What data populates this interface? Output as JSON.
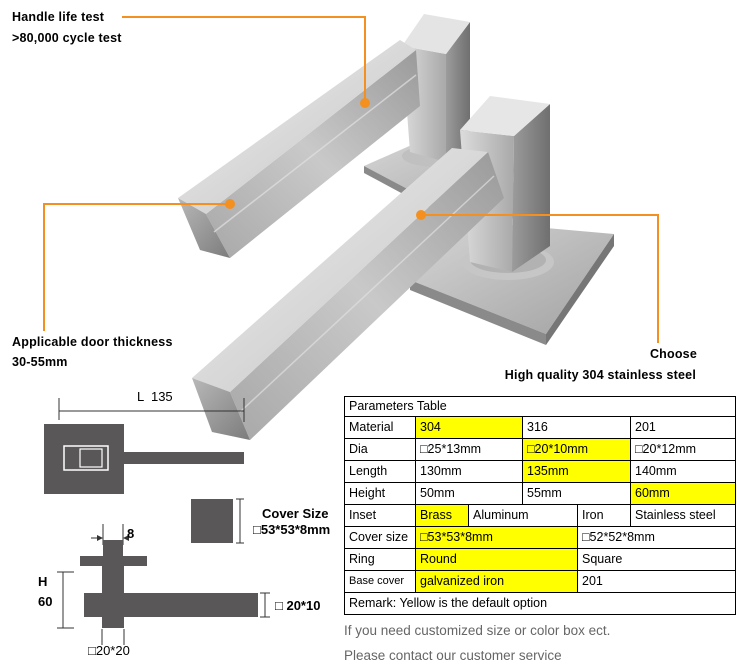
{
  "callouts": {
    "life_test": {
      "title": "Handle life test",
      "detail": ">80,000 cycle test"
    },
    "door_thickness": {
      "title": "Applicable door thickness",
      "detail": "30-55mm"
    },
    "material": {
      "title": "Choose",
      "detail": "High quality 304 stainless steel"
    }
  },
  "dimensions": {
    "length": "L  135",
    "cover_size_title": "Cover Size",
    "cover_size": "□53*53*8mm",
    "stem_width": "8",
    "height_symbol": "H",
    "height_value": "60",
    "lever_section": "□ 20*10",
    "neck_section": "□20*20"
  },
  "table": {
    "title": "Parameters Table",
    "rows": [
      {
        "label": "Material",
        "options": [
          {
            "text": "304",
            "default": true
          },
          {
            "text": "316"
          },
          {
            "text": "201"
          }
        ]
      },
      {
        "label": "Dia",
        "options": [
          {
            "text": "□25*13mm"
          },
          {
            "text": "□20*10mm",
            "default": true
          },
          {
            "text": "□20*12mm"
          }
        ]
      },
      {
        "label": "Length",
        "options": [
          {
            "text": "130mm"
          },
          {
            "text": "135mm",
            "default": true
          },
          {
            "text": "140mm"
          }
        ]
      },
      {
        "label": "Height",
        "options": [
          {
            "text": "50mm"
          },
          {
            "text": "55mm"
          },
          {
            "text": "60mm",
            "default": true
          }
        ]
      },
      {
        "label": "Inset",
        "options": [
          {
            "text": "Brass",
            "default": true
          },
          {
            "text": "Aluminum"
          },
          {
            "text": "Iron"
          },
          {
            "text": "Stainless steel"
          }
        ]
      },
      {
        "label": "Cover size",
        "options": [
          {
            "text": "□53*53*8mm",
            "default": true
          },
          {
            "text": "□52*52*8mm"
          }
        ]
      },
      {
        "label": "Ring",
        "options": [
          {
            "text": "Round",
            "default": true
          },
          {
            "text": "Square"
          }
        ]
      },
      {
        "label": "Base cover",
        "options": [
          {
            "text": "galvanized iron",
            "default": true
          },
          {
            "text": "201"
          }
        ]
      }
    ],
    "remark": "Remark: Yellow is the default option"
  },
  "notes": [
    "If you need customized size or color box ect.",
    "Please contact our customer service"
  ],
  "colors": {
    "accent": "#f39020",
    "highlight": "#ffff00",
    "diagram": "#595757",
    "note_text": "#666666"
  }
}
